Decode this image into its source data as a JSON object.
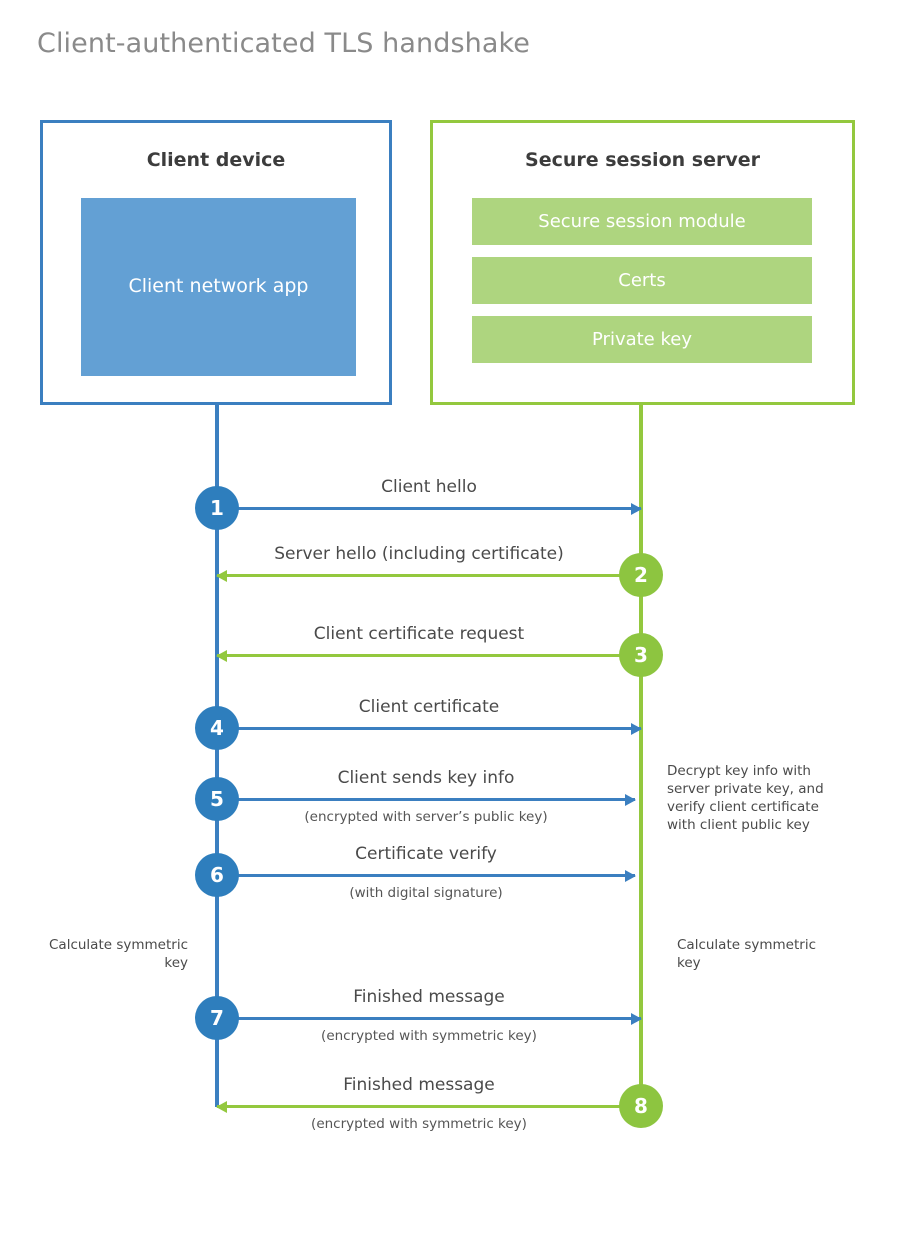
{
  "title": "Client-authenticated TLS handshake",
  "client": {
    "title": "Client device",
    "app_label": "Client network app"
  },
  "server": {
    "title": "Secure session server",
    "bars": [
      {
        "label": "Secure session module"
      },
      {
        "label": "Certs"
      },
      {
        "label": "Private key"
      }
    ]
  },
  "colors": {
    "client_border": "#3b7fc0",
    "client_app_fill": "#63a0d4",
    "server_border": "#93c83e",
    "server_bar_fill": "#aed57f",
    "step_blue": "#2e7ebd",
    "step_green": "#8dc540",
    "title_text": "#8a8a8a",
    "label_text": "#4a4a4a"
  },
  "steps": [
    {
      "number": "1",
      "label": "Client hello",
      "sub": "",
      "direction": "client-to-server",
      "color": "blue"
    },
    {
      "number": "2",
      "label": "Server hello (including certificate)",
      "sub": "",
      "direction": "server-to-client",
      "color": "green"
    },
    {
      "number": "3",
      "label": "Client certificate request",
      "sub": "",
      "direction": "server-to-client",
      "color": "green"
    },
    {
      "number": "4",
      "label": "Client certificate",
      "sub": "",
      "direction": "client-to-server",
      "color": "blue"
    },
    {
      "number": "5",
      "label": "Client sends key info",
      "sub": "(encrypted with server’s public key)",
      "direction": "client-to-server",
      "color": "blue"
    },
    {
      "number": "6",
      "label": "Certificate verify",
      "sub": "(with digital signature)",
      "direction": "client-to-server",
      "color": "blue"
    },
    {
      "number": "7",
      "label": "Finished message",
      "sub": "(encrypted with symmetric key)",
      "direction": "client-to-server",
      "color": "blue"
    },
    {
      "number": "8",
      "label": "Finished message",
      "sub": "(encrypted with symmetric key)",
      "direction": "server-to-client",
      "color": "green"
    }
  ],
  "notes": {
    "server_decrypt": "Decrypt key info with server private key, and verify client certificate with client public key",
    "client_calculate": "Calculate symmetric key",
    "server_calculate": "Calculate symmetric key"
  }
}
